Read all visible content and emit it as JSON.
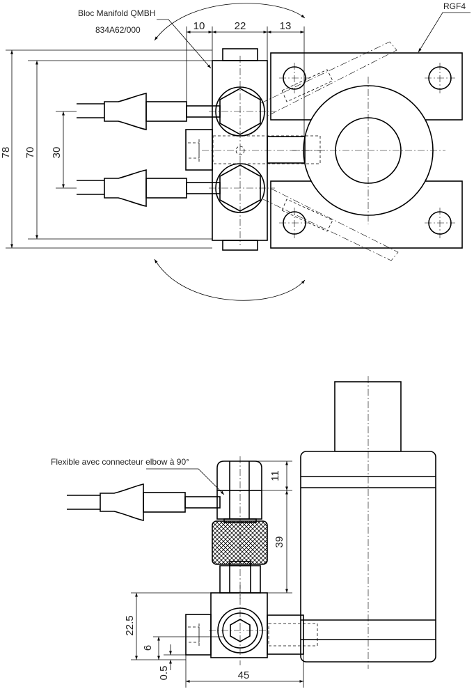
{
  "top_view": {
    "callout_manifold_name": "Bloc Manifold QMBH",
    "callout_manifold_ref": "834A62/000",
    "callout_cylinder": "RGF4",
    "dim_horizontal": [
      "10",
      "22",
      "13"
    ],
    "dim_vertical": [
      "78",
      "70",
      "30"
    ]
  },
  "side_view": {
    "callout_hose": "Flexible avec connecteur elbow à 90°",
    "dim_vertical_right": [
      "11",
      "39"
    ],
    "dim_vertical_left": [
      "22.5",
      "6",
      "0.5"
    ],
    "dim_horizontal": [
      "45"
    ]
  }
}
